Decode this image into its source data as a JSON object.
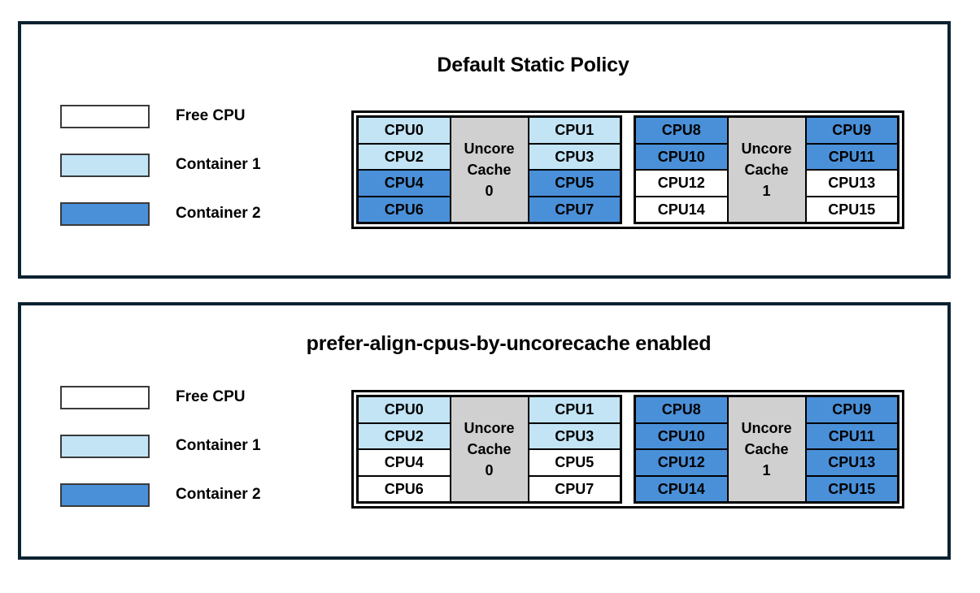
{
  "legend_colors": {
    "free": "#ffffff",
    "container1": "#c2e4f5",
    "container2": "#4a90d9",
    "cache": "#d0d0d0",
    "border": "#000000",
    "panel_border": "#0b2230"
  },
  "panels": [
    {
      "title": "Default Static Policy",
      "legend": [
        {
          "label": "Free CPU",
          "state": "free"
        },
        {
          "label": "Container 1",
          "state": "container1"
        },
        {
          "label": "Container 2",
          "state": "container2"
        }
      ],
      "groups": [
        {
          "cache_line1": "Uncore",
          "cache_line2": "Cache",
          "cache_index": "0",
          "left_column": [
            {
              "label": "CPU0",
              "state": "container1"
            },
            {
              "label": "CPU2",
              "state": "container1"
            },
            {
              "label": "CPU4",
              "state": "container2"
            },
            {
              "label": "CPU6",
              "state": "container2"
            }
          ],
          "right_column": [
            {
              "label": "CPU1",
              "state": "container1"
            },
            {
              "label": "CPU3",
              "state": "container1"
            },
            {
              "label": "CPU5",
              "state": "container2"
            },
            {
              "label": "CPU7",
              "state": "container2"
            }
          ]
        },
        {
          "cache_line1": "Uncore",
          "cache_line2": "Cache",
          "cache_index": "1",
          "left_column": [
            {
              "label": "CPU8",
              "state": "container2"
            },
            {
              "label": "CPU10",
              "state": "container2"
            },
            {
              "label": "CPU12",
              "state": "free"
            },
            {
              "label": "CPU14",
              "state": "free"
            }
          ],
          "right_column": [
            {
              "label": "CPU9",
              "state": "container2"
            },
            {
              "label": "CPU11",
              "state": "container2"
            },
            {
              "label": "CPU13",
              "state": "free"
            },
            {
              "label": "CPU15",
              "state": "free"
            }
          ]
        }
      ]
    },
    {
      "title": "prefer-align-cpus-by-uncorecache enabled",
      "legend": [
        {
          "label": "Free CPU",
          "state": "free"
        },
        {
          "label": "Container 1",
          "state": "container1"
        },
        {
          "label": "Container 2",
          "state": "container2"
        }
      ],
      "groups": [
        {
          "cache_line1": "Uncore",
          "cache_line2": "Cache",
          "cache_index": "0",
          "left_column": [
            {
              "label": "CPU0",
              "state": "container1"
            },
            {
              "label": "CPU2",
              "state": "container1"
            },
            {
              "label": "CPU4",
              "state": "free"
            },
            {
              "label": "CPU6",
              "state": "free"
            }
          ],
          "right_column": [
            {
              "label": "CPU1",
              "state": "container1"
            },
            {
              "label": "CPU3",
              "state": "container1"
            },
            {
              "label": "CPU5",
              "state": "free"
            },
            {
              "label": "CPU7",
              "state": "free"
            }
          ]
        },
        {
          "cache_line1": "Uncore",
          "cache_line2": "Cache",
          "cache_index": "1",
          "left_column": [
            {
              "label": "CPU8",
              "state": "container2"
            },
            {
              "label": "CPU10",
              "state": "container2"
            },
            {
              "label": "CPU12",
              "state": "container2"
            },
            {
              "label": "CPU14",
              "state": "container2"
            }
          ],
          "right_column": [
            {
              "label": "CPU9",
              "state": "container2"
            },
            {
              "label": "CPU11",
              "state": "container2"
            },
            {
              "label": "CPU13",
              "state": "container2"
            },
            {
              "label": "CPU15",
              "state": "container2"
            }
          ]
        }
      ]
    }
  ]
}
